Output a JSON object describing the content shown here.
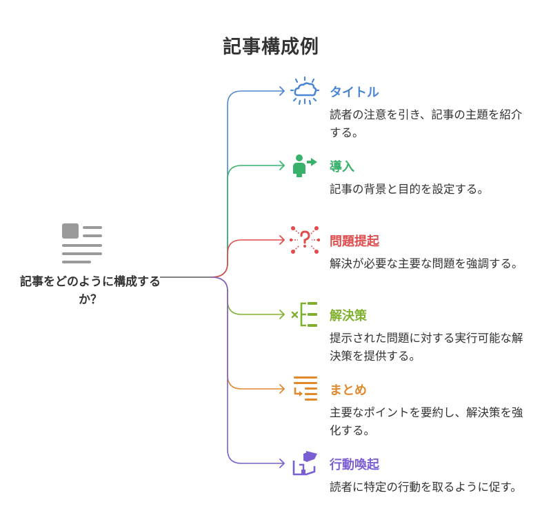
{
  "title": "記事構成例",
  "center": {
    "label": "記事をどのように構成するか？"
  },
  "branches": [
    {
      "title": "タイトル",
      "desc": "読者の注意を引き、記事の主題を紹介する。",
      "color": "#4a86d4",
      "icon": "burst-cloud-icon"
    },
    {
      "title": "導入",
      "desc": "記事の背景と目的を設定する。",
      "color": "#38b26a",
      "icon": "person-arrow-icon"
    },
    {
      "title": "問題提起",
      "desc": "解決が必要な主要な問題を強調する。",
      "color": "#e04c4c",
      "icon": "question-network-icon"
    },
    {
      "title": "解決策",
      "desc": "提示された問題に対する実行可能な解決策を提供する。",
      "color": "#7fb02e",
      "icon": "bracket-list-icon"
    },
    {
      "title": "まとめ",
      "desc": "主要なポイントを要約し、解決策を強化する。",
      "color": "#e0882c",
      "icon": "summary-list-icon"
    },
    {
      "title": "行動喚起",
      "desc": "読者に特定の行動を取るように促す。",
      "color": "#7a5fd4",
      "icon": "megaphone-hand-icon"
    }
  ]
}
